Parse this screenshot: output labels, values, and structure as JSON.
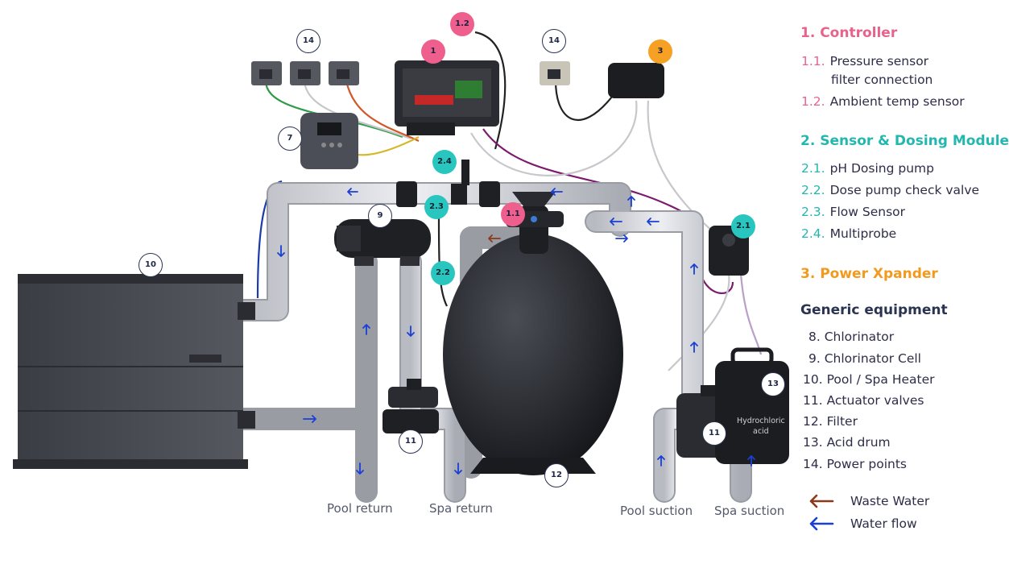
{
  "legend": {
    "controller": {
      "title": "1. Controller",
      "items": [
        {
          "num": "1.1.",
          "text": "Pressure sensor",
          "cont": "filter connection"
        },
        {
          "num": "1.2.",
          "text": "Ambient temp sensor"
        }
      ]
    },
    "sensor": {
      "title": "2. Sensor & Dosing Module",
      "items": [
        {
          "num": "2.1.",
          "text": "pH Dosing pump"
        },
        {
          "num": "2.2.",
          "text": "Dose pump check valve"
        },
        {
          "num": "2.3.",
          "text": "Flow Sensor"
        },
        {
          "num": "2.4.",
          "text": "Multiprobe"
        }
      ]
    },
    "power": {
      "title": "3. Power Xpander"
    },
    "generic": {
      "title": "Generic equipment",
      "items": [
        "8. Chlorinator",
        "9. Chlorinator Cell",
        "10. Pool / Spa Heater",
        "11. Actuator valves",
        "12. Filter",
        "13. Acid drum",
        "14. Power points"
      ]
    },
    "arrows": {
      "waste": "Waste Water",
      "flow": "Water flow"
    }
  },
  "labels": {
    "pool_return": "Pool return",
    "spa_return": "Spa return",
    "pool_suction": "Pool suction",
    "spa_suction": "Spa suction",
    "drum_text_1": "Hydrochloric",
    "drum_text_2": "acid"
  },
  "badges": {
    "b14a": "14",
    "b14b": "14",
    "b12top": "1.2",
    "b1": "1",
    "b3": "3",
    "b7": "7",
    "b24": "2.4",
    "b23": "2.3",
    "b9": "9",
    "b11filt": "1.1",
    "b21": "2.1",
    "b10": "10",
    "b22": "2.2",
    "b11a": "11",
    "b11b": "11",
    "b12": "12",
    "b13": "13"
  },
  "colors": {
    "pink": "#e8638c",
    "teal": "#24b7b0",
    "orange": "#f39a1e",
    "navy": "#2a3350",
    "waste": "#8b3a1a",
    "flow": "#1a3fd6"
  }
}
